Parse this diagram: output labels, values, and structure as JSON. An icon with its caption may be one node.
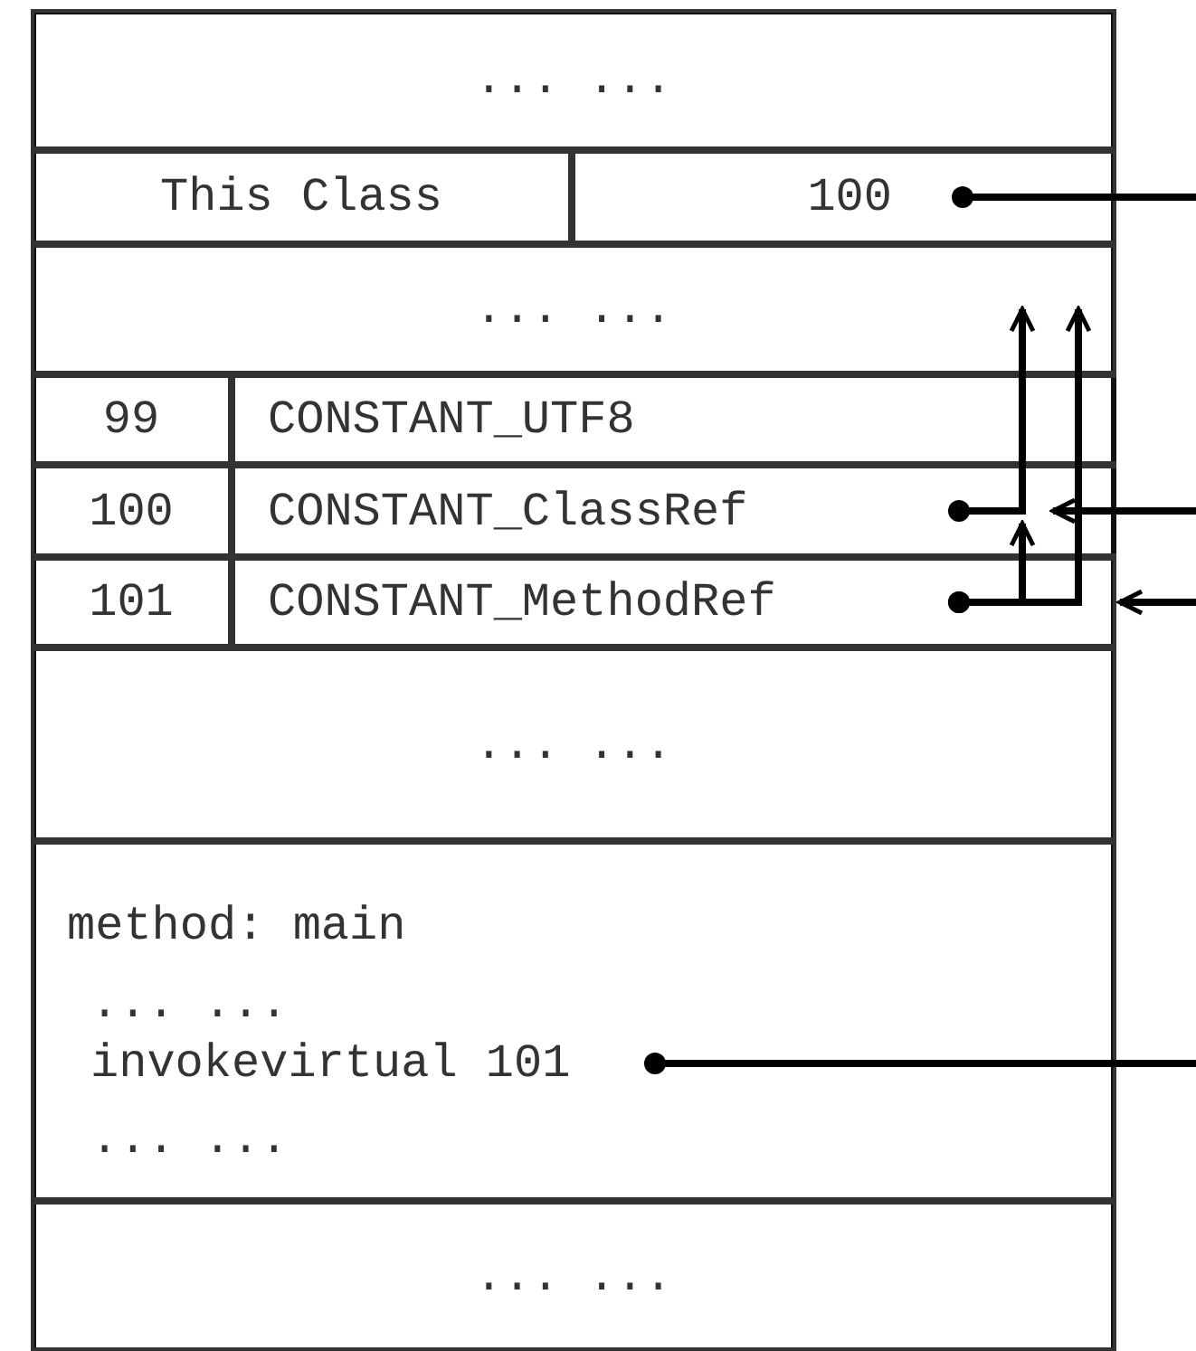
{
  "diagram": {
    "nodes": [
      {
        "text": [],
        "shape": "box"
      },
      {
        "text": [
          "... ..."
        ],
        "in": 0
      },
      {
        "text": [
          "This Class"
        ],
        "in": 0
      },
      {
        "text": [
          "100"
        ],
        "in": 0
      },
      {
        "text": [
          "... ..."
        ],
        "in": 0
      },
      {
        "text": [
          "99"
        ],
        "in": 0
      },
      {
        "text": [
          "CONSTANT_UTF8"
        ],
        "in": 0
      },
      {
        "text": [
          "100"
        ],
        "in": 0
      },
      {
        "text": [
          "CONSTANT_ClassRef"
        ],
        "in": 0
      },
      {
        "text": [
          "101"
        ],
        "in": 0
      },
      {
        "text": [
          "CONSTANT_MethodRef"
        ],
        "in": 0
      },
      {
        "text": [
          "... ..."
        ],
        "in": 0
      },
      {
        "text": [
          "method: main"
        ],
        "in": 0
      },
      {
        "text": [
          "... ..."
        ],
        "in": 12
      },
      {
        "text": [
          "invokevirtual 101"
        ],
        "in": 12
      },
      {
        "text": [
          "... ..."
        ],
        "in": 12
      },
      {
        "text": [
          "... ..."
        ],
        "in": 0
      }
    ],
    "edges": [
      {
        "from": 3,
        "to": null,
        "arrow": "other"
      },
      {
        "from": 8,
        "to": 4,
        "arrow": "to"
      },
      {
        "from": null,
        "to": 8,
        "arrow": "to"
      },
      {
        "from": 10,
        "to": 8,
        "arrow": "to"
      },
      {
        "from": 10,
        "to": 4,
        "arrow": "to"
      },
      {
        "from": null,
        "to": 10,
        "arrow": "to"
      },
      {
        "from": 14,
        "to": null,
        "arrow": "other"
      }
    ]
  }
}
